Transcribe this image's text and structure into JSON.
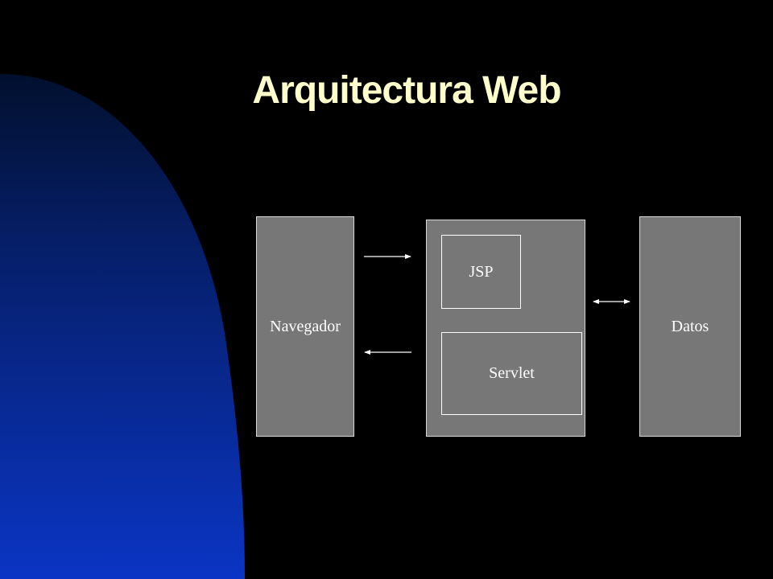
{
  "slide": {
    "title": "Arquitectura Web",
    "title_color": "#FFFFCC",
    "background_color": "#000000",
    "accent_gradient": [
      "#061a4a",
      "#0a2fb8"
    ]
  },
  "diagram": {
    "navegador_label": "Navegador",
    "server_jsp_label": "JSP",
    "server_servlet_label": "Servlet",
    "datos_label": "Datos",
    "box_color": "#777777"
  }
}
